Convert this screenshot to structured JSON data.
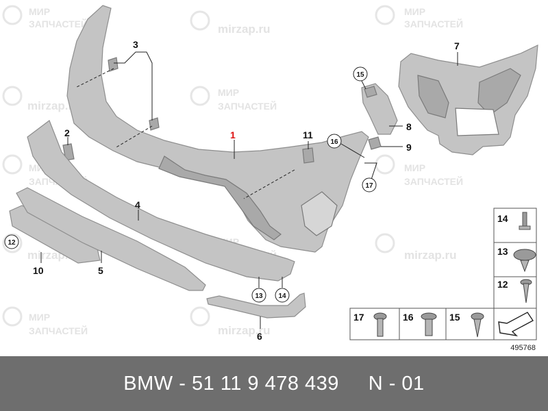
{
  "watermark": {
    "brand_line1": "МИР",
    "brand_line2": "ЗАПЧАСТЕЙ",
    "site": "mirzap.ru",
    "site_alt": "mirzap.ru"
  },
  "callouts": {
    "c1": "1",
    "c2": "2",
    "c3": "3",
    "c4": "4",
    "c5": "5",
    "c6": "6",
    "c7": "7",
    "c8": "8",
    "c9": "9",
    "c10": "10",
    "c11": "11",
    "c12": "12",
    "c13a": "13",
    "c14a": "14",
    "c13b": "13",
    "c14b": "14",
    "c15": "15",
    "c16": "16",
    "c17": "17"
  },
  "hardware_legend": {
    "box14": "14",
    "box13": "13",
    "box12": "12",
    "box17": "17",
    "box16": "16",
    "box15": "15"
  },
  "diagram_id": "495768",
  "footer": {
    "text": "BMW - 51 11 9 478 439     N - 01"
  },
  "colors": {
    "highlight": "#d11111",
    "footer_bg": "#6e6e6e",
    "part_fill": "#c4c4c4"
  }
}
